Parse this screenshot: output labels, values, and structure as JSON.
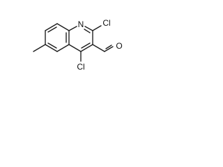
{
  "molecule": {
    "atoms": {
      "n1": "N",
      "cl2": "Cl",
      "cl4": "Cl",
      "o": "O"
    }
  },
  "colors": {
    "bond": "#1a1a1a",
    "label": "#111111",
    "background": "#ffffff"
  }
}
